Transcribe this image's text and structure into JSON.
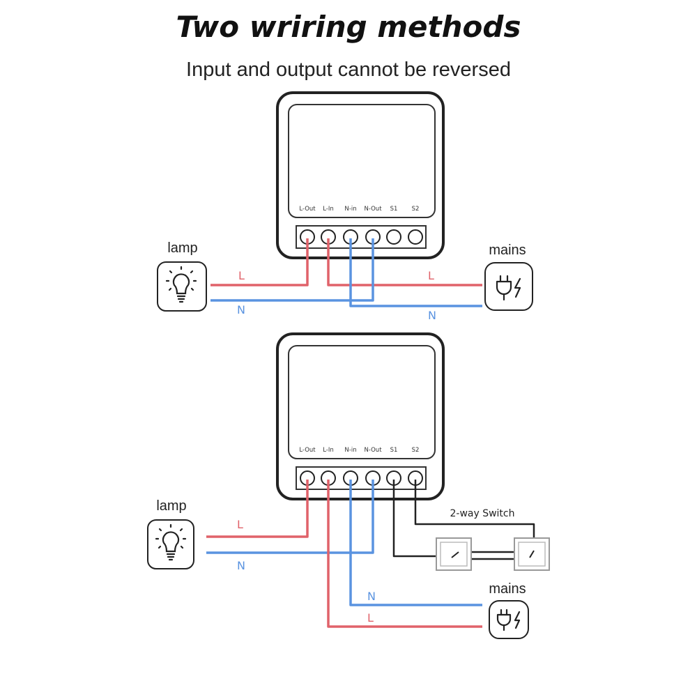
{
  "title": "Two wriring methods",
  "subtitle": "Input and output cannot be reversed",
  "terminals": [
    "L-Out",
    "L-In",
    "N-in",
    "N-Out",
    "S1",
    "S2"
  ],
  "labels": {
    "lamp": "lamp",
    "mains": "mains",
    "live": "L",
    "neutral": "N",
    "switch": "2-way Switch"
  },
  "icons": {
    "lamp": "bulb-icon",
    "mains": "plug-icon"
  },
  "colors": {
    "live": "#e0626a",
    "neutral": "#5a93e0",
    "switch_wire": "#222222"
  }
}
